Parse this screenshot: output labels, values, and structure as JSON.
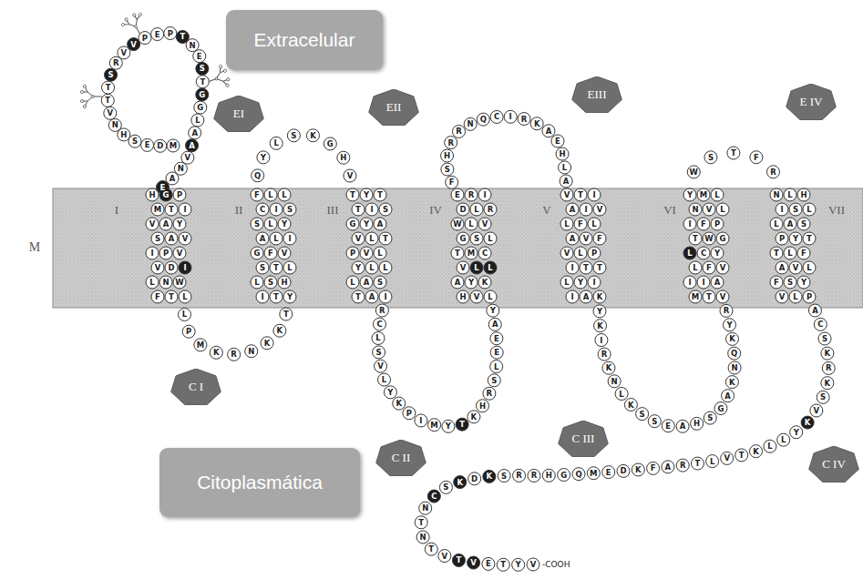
{
  "diagram": {
    "nodes": [
      {
        "text": [
          "Extracelular"
        ]
      },
      {
        "text": [
          "Citoplasmática"
        ]
      },
      {
        "text": [
          "EI"
        ]
      },
      {
        "text": [
          "EII"
        ]
      },
      {
        "text": [
          "EIII"
        ]
      },
      {
        "text": [
          "E IV"
        ]
      },
      {
        "text": [
          "C I"
        ]
      },
      {
        "text": [
          "C II"
        ]
      },
      {
        "text": [
          "C III"
        ]
      },
      {
        "text": [
          "C IV"
        ]
      }
    ],
    "labels": [
      "M",
      "I",
      "II",
      "III",
      "IV",
      "V",
      "VI",
      "VII",
      "-COOH",
      "M",
      "D",
      "E",
      "S",
      "H",
      "N",
      "V",
      "T",
      "T",
      "S",
      "R",
      "V",
      "V",
      "P",
      "E",
      "P",
      "T",
      "N",
      "E",
      "S",
      "T",
      "G",
      "G",
      "L",
      "A",
      "A",
      "V",
      "N",
      "A",
      "E",
      "H",
      "G",
      "P",
      "M",
      "T",
      "I",
      "V",
      "A",
      "Y",
      "S",
      "A",
      "V",
      "I",
      "P",
      "V",
      "V",
      "D",
      "I",
      "L",
      "N",
      "W",
      "F",
      "T",
      "L",
      "L",
      "P",
      "M",
      "K",
      "R",
      "N",
      "K",
      "K",
      "T",
      "Y",
      "T",
      "I",
      "H",
      "S",
      "L",
      "L",
      "T",
      "S",
      "V",
      "F",
      "G",
      "I",
      "L",
      "A",
      "Y",
      "L",
      "S",
      "S",
      "I",
      "C",
      "L",
      "L",
      "F",
      "Q",
      "Y",
      "L",
      "S",
      "K",
      "G",
      "H",
      "V",
      "T",
      "Y",
      "T",
      "T",
      "I",
      "S",
      "G",
      "Y",
      "A",
      "V",
      "L",
      "T",
      "P",
      "V",
      "L",
      "Y",
      "L",
      "L",
      "L",
      "A",
      "S",
      "T",
      "A",
      "I",
      "R",
      "C",
      "L",
      "S",
      "V",
      "L",
      "Y",
      "K",
      "P",
      "I",
      "M",
      "Y",
      "T",
      "K",
      "H",
      "R",
      "S",
      "L",
      "E",
      "E",
      "A",
      "Y",
      "L",
      "V",
      "H",
      "K",
      "Y",
      "A",
      "L",
      "L",
      "V",
      "C",
      "M",
      "T",
      "L",
      "S",
      "G",
      "V",
      "L",
      "W",
      "R",
      "L",
      "D",
      "I",
      "R",
      "E",
      "F",
      "S",
      "H",
      "R",
      "R",
      "N",
      "Q",
      "C",
      "I",
      "R",
      "K",
      "A",
      "E",
      "H",
      "L",
      "A",
      "V",
      "T",
      "I",
      "A",
      "I",
      "V",
      "L",
      "F",
      "L",
      "A",
      "V",
      "F",
      "V",
      "L",
      "P",
      "I",
      "T",
      "T",
      "L",
      "Y",
      "I",
      "I",
      "A",
      "K",
      "Y",
      "K",
      "I",
      "R",
      "K",
      "N",
      "L",
      "K",
      "S",
      "S",
      "E",
      "A",
      "H",
      "S",
      "G",
      "A",
      "K",
      "N",
      "Q",
      "K",
      "Y",
      "R",
      "V",
      "T",
      "M",
      "A",
      "I",
      "I",
      "V",
      "F",
      "L",
      "Y",
      "C",
      "L",
      "G",
      "W",
      "T",
      "P",
      "F",
      "I",
      "L",
      "V",
      "N",
      "L",
      "M",
      "Y",
      "W",
      "S",
      "T",
      "F",
      "R",
      "N",
      "L",
      "H",
      "I",
      "S",
      "L",
      "L",
      "A",
      "S",
      "P",
      "Y",
      "T",
      "T",
      "L",
      "F",
      "A",
      "V",
      "L",
      "F",
      "S",
      "Y",
      "V",
      "L",
      "P",
      "A",
      "C",
      "S",
      "K",
      "R",
      "K",
      "S",
      "V",
      "K",
      "Y",
      "L",
      "L",
      "K",
      "T",
      "V",
      "L",
      "T",
      "R",
      "A",
      "F",
      "K",
      "D",
      "E",
      "M",
      "Q",
      "G",
      "H",
      "R",
      "R",
      "S",
      "K",
      "D",
      "K",
      "S",
      "C",
      "N",
      "T",
      "N",
      "T",
      "V",
      "T",
      "V",
      "E",
      "T",
      "Y",
      "V"
    ]
  }
}
